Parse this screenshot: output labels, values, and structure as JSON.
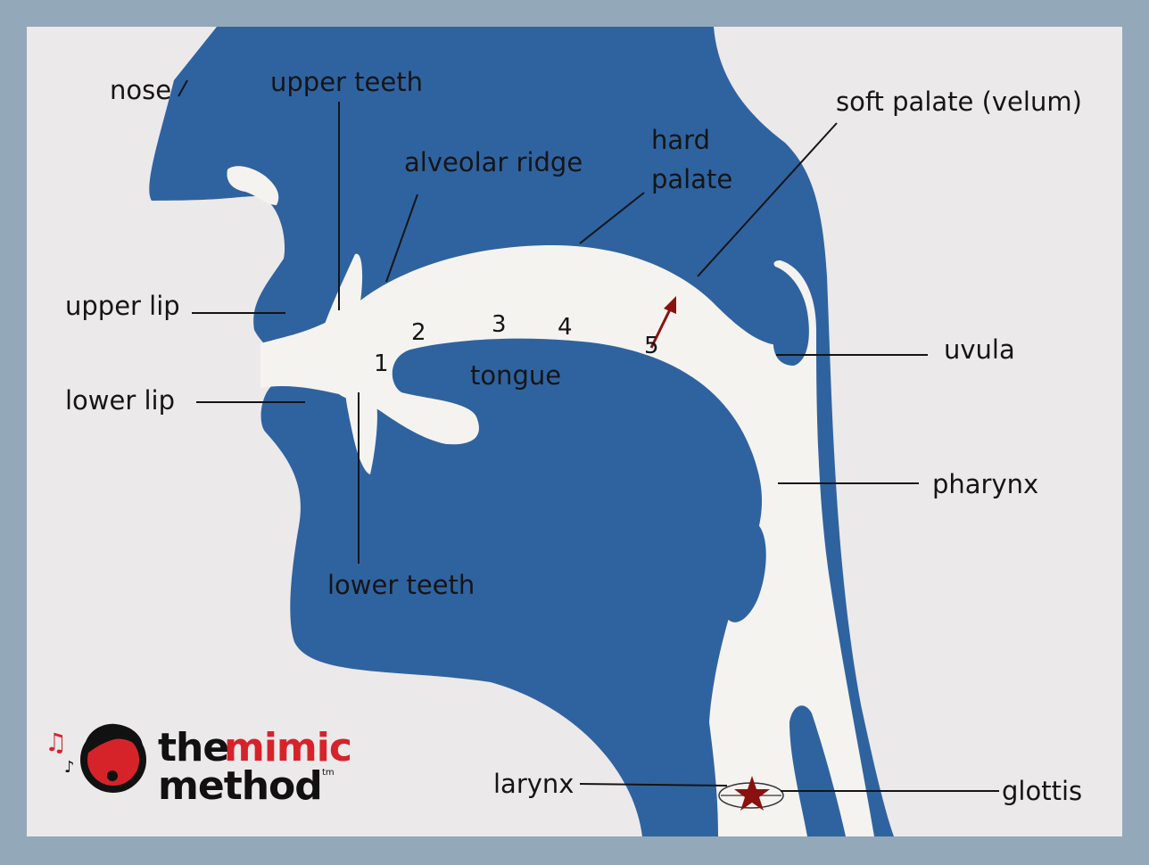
{
  "labels": {
    "nose": "nose",
    "upper_teeth": "upper teeth",
    "alveolar_ridge": "alveolar ridge",
    "hard_palate_line1": "hard",
    "hard_palate_line2": "palate",
    "soft_palate": "soft palate (velum)",
    "upper_lip": "upper lip",
    "lower_lip": "lower lip",
    "tongue": "tongue",
    "uvula": "uvula",
    "pharynx": "pharynx",
    "lower_teeth": "lower teeth",
    "larynx": "larynx",
    "glottis": "glottis"
  },
  "positions": [
    "1",
    "2",
    "3",
    "4",
    "5"
  ],
  "logo": {
    "the": "the",
    "mimic": "mimic",
    "method": "method",
    "tm": "tm"
  },
  "colors": {
    "tissue": "#2f63a0",
    "airway": "#f5f3ef",
    "background": "#ece9ea",
    "frame": "#93a8b8",
    "arrow": "#8b1010",
    "logo_red": "#d6232a"
  }
}
